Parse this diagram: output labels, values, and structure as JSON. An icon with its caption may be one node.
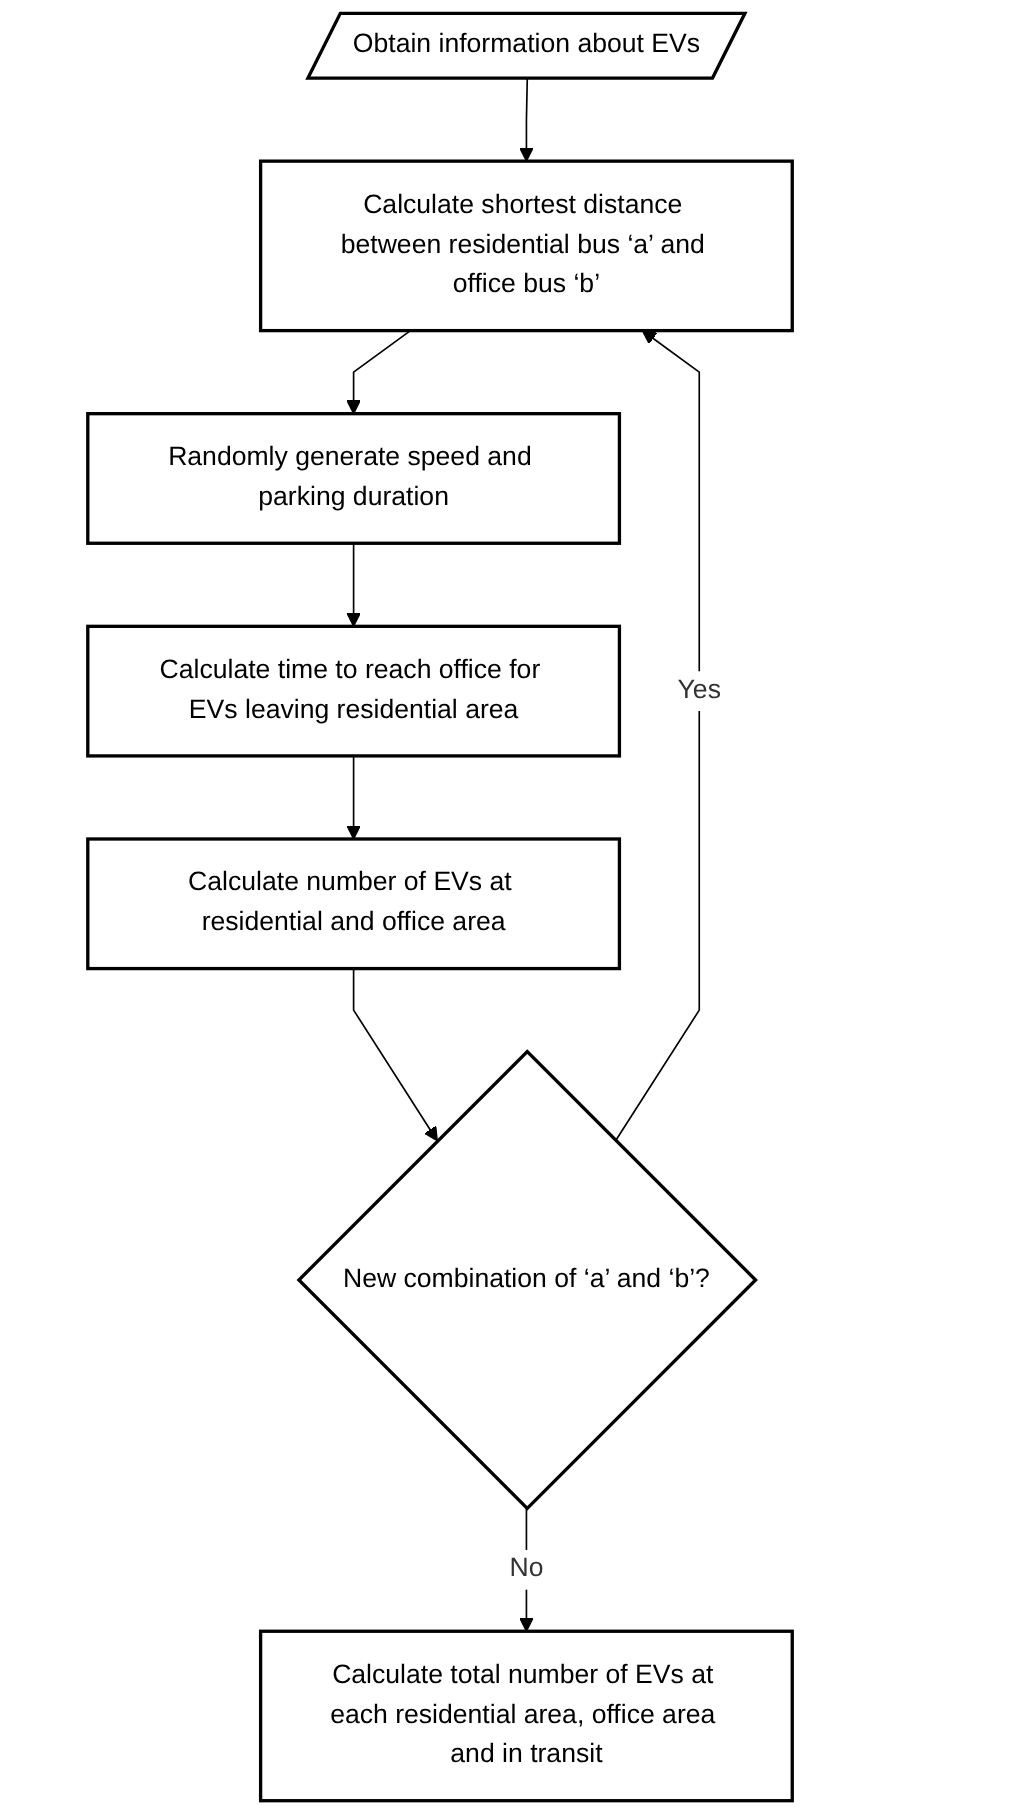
{
  "diagram": {
    "nodes": [
      {
        "text": [
          "Obtain information about EVs"
        ]
      },
      {
        "text": [
          "Calculate shortest distance between residential bus ‘a’ and office bus ‘b’"
        ]
      },
      {
        "text": [
          "Randomly generate speed and parking duration"
        ]
      },
      {
        "text": [
          "Calculate time to reach office for EVs leaving residential area"
        ]
      },
      {
        "text": [
          "Calculate number of EVs at residential and office area"
        ]
      },
      {
        "text": [
          "New combination of ‘a’ and ‘b’?"
        ]
      },
      {
        "text": [
          "Calculate total number of EVs at each residential area, office area and in transit"
        ]
      }
    ],
    "edges": [
      {
        "from": 0,
        "to": 1,
        "arrow": "to"
      },
      {
        "from": 1,
        "to": 2,
        "arrow": "to"
      },
      {
        "from": 2,
        "to": 3,
        "arrow": "to"
      },
      {
        "from": 3,
        "to": 4,
        "arrow": "to"
      },
      {
        "from": 4,
        "to": 5,
        "arrow": "to"
      },
      {
        "from": 5,
        "to": 1,
        "label": "Yes",
        "arrow": "to"
      },
      {
        "from": 5,
        "to": 6,
        "label": "No",
        "arrow": "to"
      }
    ]
  }
}
